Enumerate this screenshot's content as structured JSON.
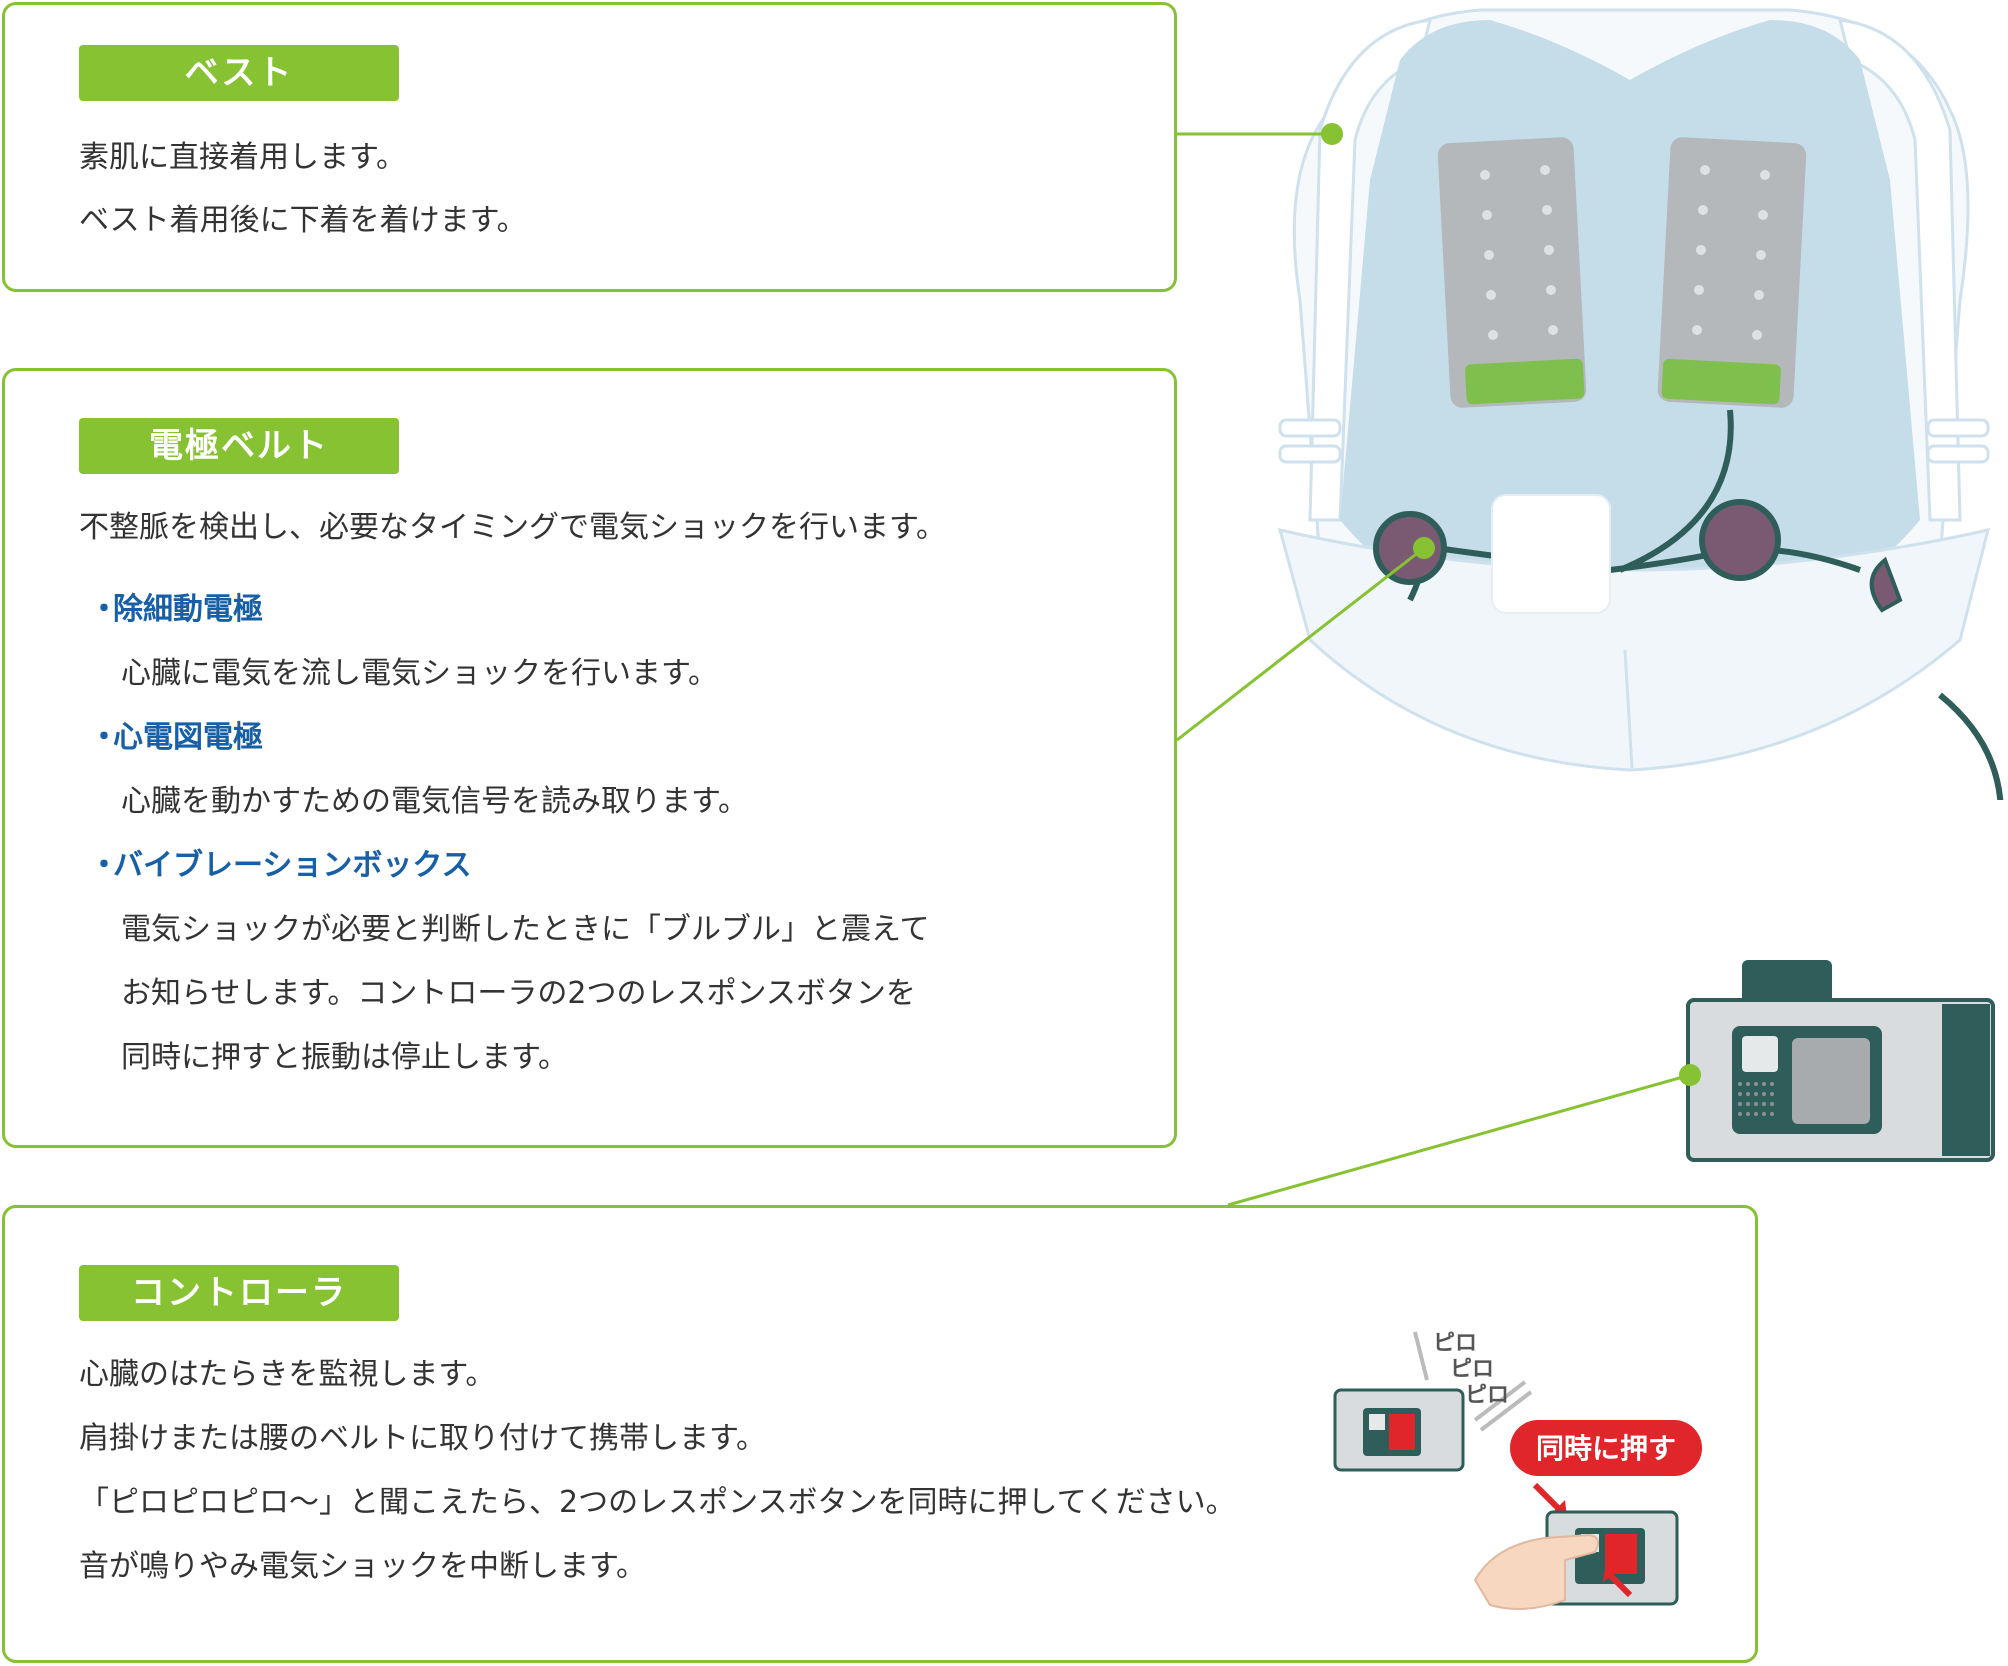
{
  "vest": {
    "tag": "ベスト",
    "lines": [
      "素肌に直接着用します。",
      "ベスト着用後に下着を着けます。"
    ]
  },
  "belt": {
    "tag": "電極ベルト",
    "intro": "不整脈を検出し、必要なタイミングで電気ショックを行います。",
    "items": [
      {
        "title": "除細動電極",
        "lines": [
          "心臓に電気を流し電気ショックを行います。"
        ]
      },
      {
        "title": "心電図電極",
        "lines": [
          "心臓を動かすための電気信号を読み取ります。"
        ]
      },
      {
        "title": "バイブレーションボックス",
        "lines": [
          "電気ショックが必要と判断したときに「ブルブル」と震えて",
          "お知らせします。コントローラの2つのレスポンスボタンを",
          "同時に押すと振動は停止します。"
        ]
      }
    ]
  },
  "controller": {
    "tag": "コントローラ",
    "lines": [
      "心臓のはたらきを監視します。",
      "肩掛けまたは腰のベルトに取り付けて携帯します。",
      "「ピロピロピロ～」と聞こえたら、2つのレスポンスボタンを同時に押してください。",
      "音が鳴りやみ電気ショックを中断します。"
    ]
  },
  "illustration": {
    "sound_text": [
      "ピロ",
      "ピロ",
      "ピロ"
    ],
    "press_label": "同時に押す"
  },
  "colors": {
    "accent_green": "#86c232",
    "title_blue": "#1760a8",
    "vest_blue": "#c5dde9",
    "cable_teal": "#2e5d5a",
    "press_red": "#e0262b"
  }
}
